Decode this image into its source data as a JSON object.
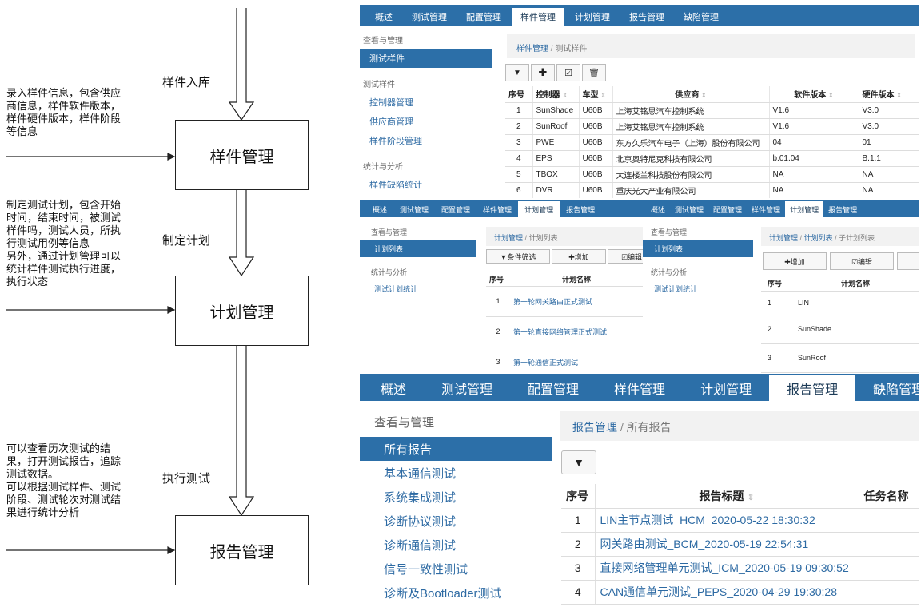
{
  "flow": {
    "step1_label": "样件入库",
    "step1_note": "录入样件信息，包含供应\n商信息，样件软件版本，\n样件硬件版本，样件阶段\n等信息",
    "box1": "样件管理",
    "step2_label": "制定计划",
    "step2_note": "制定测试计划，包含开始\n时间，结束时间，被测试\n样件吗，测试人员，所执\n行测试用例等信息\n另外，通过计划管理可以\n统计样件测试执行进度，\n执行状态",
    "box2": "计划管理",
    "step3_label": "执行测试",
    "step3_note": "可以查看历次测试的结\n果，打开测试报告，追踪\n测试数据。\n可以根据测试样件、测试\n阶段、测试轮次对测试结\n果进行统计分析",
    "box3": "报告管理"
  },
  "panelA": {
    "nav": [
      "概述",
      "测试管理",
      "配置管理",
      "样件管理",
      "计划管理",
      "报告管理",
      "缺陷管理"
    ],
    "nav_active": 3,
    "side": {
      "sec1": "查看与管理",
      "item_active": "测试样件",
      "sec2": "测试样件",
      "items2": [
        "控制器管理",
        "供应商管理",
        "样件阶段管理"
      ],
      "sec3": "统计与分析",
      "items3": [
        "样件缺陷统计"
      ]
    },
    "crumb": {
      "root": "样件管理",
      "sep": "/",
      "current": "测试样件"
    },
    "headers": [
      "序号",
      "控制器",
      "车型",
      "供应商",
      "软件版本",
      "硬件版本"
    ],
    "rows": [
      [
        "1",
        "SunShade",
        "U60B",
        "上海艾铭思汽车控制系统",
        "V1.6",
        "V3.0"
      ],
      [
        "2",
        "SunRoof",
        "U60B",
        "上海艾铭思汽车控制系统",
        "V1.6",
        "V3.0"
      ],
      [
        "3",
        "PWE",
        "U60B",
        "东方久乐汽车电子（上海）股份有限公司",
        "04",
        "01"
      ],
      [
        "4",
        "EPS",
        "U60B",
        "北京奥特尼克科技有限公司",
        "b.01.04",
        "B.1.1"
      ],
      [
        "5",
        "TBOX",
        "U60B",
        "大连楼兰科技股份有限公司",
        "NA",
        "NA"
      ],
      [
        "6",
        "DVR",
        "U60B",
        "重庆光大产业有限公司",
        "NA",
        "NA"
      ]
    ]
  },
  "panelB": {
    "nav": [
      "概述",
      "测试管理",
      "配置管理",
      "样件管理",
      "计划管理",
      "报告管理"
    ],
    "nav_active": 4,
    "side": {
      "sec1": "查看与管理",
      "item_active": "计划列表",
      "sec2": "统计与分析",
      "items2": [
        "测试计划统计"
      ]
    },
    "crumb": {
      "root": "计划管理",
      "sep": "/",
      "current": "计划列表"
    },
    "buttons": [
      "▼条件筛选",
      "✚增加",
      "☑编辑"
    ],
    "headers": [
      "序号",
      "计划名称"
    ],
    "rows": [
      [
        "1",
        "第一轮网关路由正式测试"
      ],
      [
        "2",
        "第一轮直接网络管理正式测试"
      ],
      [
        "3",
        "第一轮通信正式测试"
      ]
    ]
  },
  "panelC": {
    "nav": [
      "概述",
      "测试管理",
      "配置管理",
      "样件管理",
      "计划管理",
      "报告管理"
    ],
    "nav_active": 4,
    "side": {
      "sec1": "查看与管理",
      "item_active": "计划列表",
      "sec2": "统计与分析",
      "items2": [
        "测试计划统计"
      ]
    },
    "crumb": {
      "root": "计划管理",
      "sep1": "/",
      "mid": "计划列表",
      "sep2": "/",
      "current": "子计划列表"
    },
    "buttons": [
      "✚增加",
      "☑编辑"
    ],
    "headers": [
      "序号",
      "计划名称"
    ],
    "rows": [
      [
        "1",
        "LIN"
      ],
      [
        "2",
        "SunShade"
      ],
      [
        "3",
        "SunRoof"
      ]
    ]
  },
  "panelD": {
    "nav": [
      "概述",
      "测试管理",
      "配置管理",
      "样件管理",
      "计划管理",
      "报告管理",
      "缺陷管理"
    ],
    "nav_active": 5,
    "side": {
      "sec1": "查看与管理",
      "item_active": "所有报告",
      "items": [
        "基本通信测试",
        "系统集成测试",
        "诊断协议测试",
        "诊断通信测试",
        "信号一致性测试",
        "诊断及Bootloader测试"
      ]
    },
    "crumb": {
      "root": "报告管理",
      "sep": "/",
      "current": "所有报告"
    },
    "filter_btn": "▼",
    "headers": [
      "序号",
      "报告标题",
      "任务名称"
    ],
    "rows": [
      [
        "1",
        "LIN主节点测试_HCM_2020-05-22 18:30:32"
      ],
      [
        "2",
        "网关路由测试_BCM_2020-05-19 22:54:31"
      ],
      [
        "3",
        "直接网络管理单元测试_ICM_2020-05-19 09:30:52"
      ],
      [
        "4",
        "CAN通信单元测试_PEPS_2020-04-29 19:30:28"
      ]
    ]
  },
  "colors": {
    "nav": "#2c6fa8",
    "link": "#2d6aa3"
  }
}
